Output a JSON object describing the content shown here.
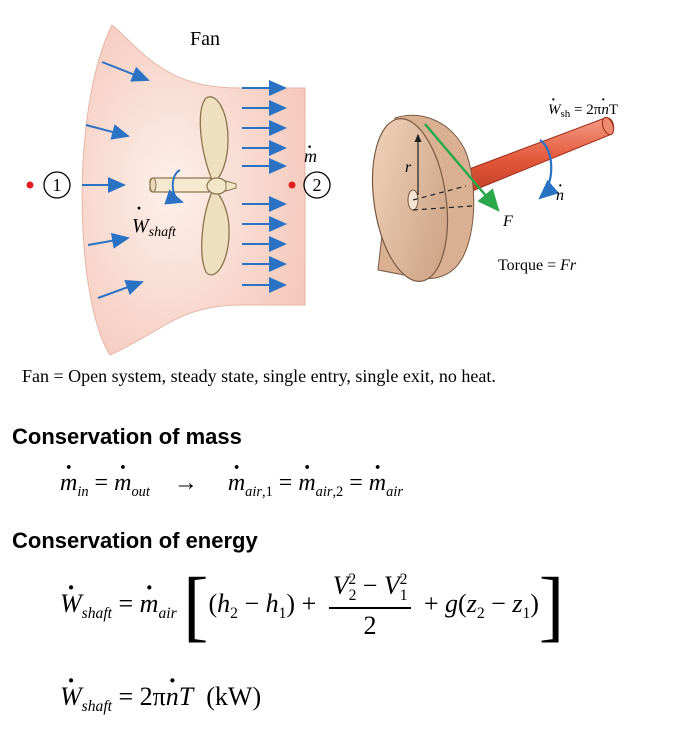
{
  "fan_diagram": {
    "title": "Fan",
    "state_1": "1",
    "state_2": "2",
    "mdot_label": "ṁ",
    "w_shaft_label": "Ẇshaft"
  },
  "shaft_diagram": {
    "power_label": "Ẇsh = 2πṅT",
    "radius_label": "r",
    "force_label": "F",
    "n_label": "ṅ",
    "torque_label": "Torque = Fr"
  },
  "caption": "Fan = Open system, steady state, single entry, single exit, no heat.",
  "sections": {
    "mass_heading": "Conservation of mass",
    "mass_equation": "ṁin = ṁout → ṁair,1 = ṁair,2 = ṁair",
    "energy_heading": "Conservation of energy",
    "energy_equation": "Ẇshaft = ṁair [(h2 − h1) + (V2² − V1²)/2 + g(z2 − z1)]",
    "power_equation": "Ẇshaft = 2πṅT (kW)"
  },
  "colors": {
    "duct_fill": "#f7cfc4",
    "arrow_blue": "#2a72c4",
    "blade": "#eee0bf",
    "disc": "#e4c2a4",
    "shaft": "#e46a50",
    "force_arrow": "#2aa84a",
    "state_dot": "#e02020"
  }
}
